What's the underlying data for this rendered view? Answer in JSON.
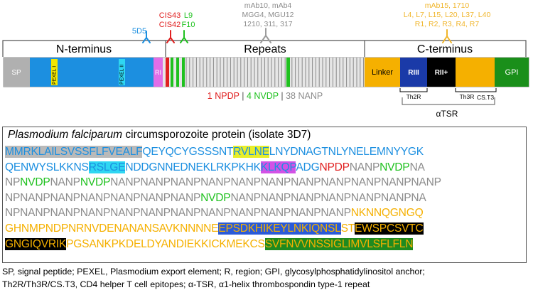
{
  "colors": {
    "blue": "#1c8fe0",
    "grey": "#8c8c8c",
    "red": "#e02020",
    "green": "#1fc11f",
    "yellow_ab": "#f0b52a",
    "orange": "#f5b000",
    "magenta": "#cc44dd",
    "cyan": "#18c8e8",
    "navy": "#1a3aa8",
    "dark_green": "#1a7f1a",
    "black": "#000000",
    "highlight_grey": "#b9b9b9",
    "highlight_yellow": "#e8ee2a",
    "highlight_cyan": "#2fd6f2",
    "highlight_magenta": "#d252e6",
    "highlight_blue": "#2a5ad8",
    "highlight_black": "#000000",
    "highlight_green": "#1f8a1f"
  },
  "diagram": {
    "regions": [
      {
        "key": "nterm",
        "label": "N-terminus"
      },
      {
        "key": "repeats",
        "label": "Repeats"
      },
      {
        "key": "cterm",
        "label": "C-terminus"
      }
    ],
    "domains": {
      "sp": "SP",
      "pexel1": "PEXEL I",
      "pexel2": "PEXEL II",
      "ri": "RI",
      "linker": "Linker",
      "riii": "RIII",
      "riiplus": "RII+",
      "gpi": "GPI"
    },
    "antibody_groups": [
      {
        "key": "5d5",
        "lines": [
          "5D5"
        ]
      },
      {
        "key": "cis",
        "lines": [
          "CIS43",
          "CIS42"
        ]
      },
      {
        "key": "lf",
        "lines": [
          "L9",
          "F10"
        ]
      },
      {
        "key": "mab_rep",
        "lines": [
          "mAb10, mAb4",
          "MGG4, MGU12",
          "1210, 311, 317"
        ]
      },
      {
        "key": "mab_ct",
        "lines": [
          "mAb15, 1710",
          "L4, L7, L15, L20, L37, L40",
          "R1, R2, R3, R4, R7"
        ]
      }
    ],
    "repeat_counts": {
      "npdp": "1 NPDP",
      "sep1": " | ",
      "nvdp": "4 NVDP",
      "sep2": " | ",
      "nanp": "38 NANP"
    },
    "epitopes": {
      "th2r": "Th2R",
      "th3r": "Th3R",
      "cst3": "CS.T3",
      "atsr": "αTSR"
    }
  },
  "sequence": {
    "title_italic": "Plasmodium falciparum",
    "title_rest": " circumsporozoite protein (isolate 3D7)",
    "lines": [
      [
        {
          "t": "MMRKLAILSVSSFLFVEALF",
          "c": "#1c8fe0",
          "bg": "#b9b9b9"
        },
        {
          "t": "QEYQCYGSSSNT",
          "c": "#1c8fe0"
        },
        {
          "t": "RVLNE",
          "c": "#1c8fe0",
          "bg": "#e8ee2a"
        },
        {
          "t": "LNYDNAGTNLYNELEMNYYGK",
          "c": "#1c8fe0"
        }
      ],
      [
        {
          "t": "QENWYSLKKNS",
          "c": "#1c8fe0"
        },
        {
          "t": "RSLGE",
          "c": "#1c8fe0",
          "bg": "#2fd6f2"
        },
        {
          "t": "NDDGNNEDNEKLRKPKHK",
          "c": "#1c8fe0"
        },
        {
          "t": "KLKQP",
          "c": "#1c8fe0",
          "bg": "#d252e6"
        },
        {
          "t": "ADG",
          "c": "#1c8fe0"
        },
        {
          "t": "NPDP",
          "c": "#e02020"
        },
        {
          "t": "NANP",
          "c": "#8c8c8c"
        },
        {
          "t": "NVDP",
          "c": "#1fc11f"
        },
        {
          "t": "NA",
          "c": "#8c8c8c"
        }
      ],
      [
        {
          "t": "NP",
          "c": "#8c8c8c"
        },
        {
          "t": "NVDP",
          "c": "#1fc11f"
        },
        {
          "t": "NANP",
          "c": "#8c8c8c"
        },
        {
          "t": "NVDP",
          "c": "#1fc11f"
        },
        {
          "t": "NANPNANPNANPNANPNANPNANPNANPNANPNANPNANPNANP",
          "c": "#8c8c8c"
        }
      ],
      [
        {
          "t": "NPNANPNANPNANPNANPNANPNANP",
          "c": "#8c8c8c"
        },
        {
          "t": "NVDP",
          "c": "#1fc11f"
        },
        {
          "t": "NANPNANPNANPNANPNANPNANPNA",
          "c": "#8c8c8c"
        }
      ],
      [
        {
          "t": "NPNANPNANPNANPNANPNANPNANPNANPNANPNANPNANPNANP",
          "c": "#8c8c8c"
        },
        {
          "t": "NKNNQGNGQ",
          "c": "#f5b000"
        }
      ],
      [
        {
          "t": "GHNMPNDPNRNVDENANANSAVKNNNNE",
          "c": "#f5b000"
        },
        {
          "t": "EPSDKHIKEYLNKIQNSL",
          "c": "#f5b000",
          "bg": "#2a5ad8"
        },
        {
          "t": "ST",
          "c": "#f5b000"
        },
        {
          "t": "EWSPCSVTC",
          "c": "#f5b000",
          "bg": "#000000"
        }
      ],
      [
        {
          "t": "GNGIQVRIK",
          "c": "#f5b000",
          "bg": "#000000"
        },
        {
          "t": "PGSANKPKDELDYANDIEKKICKMEKCS",
          "c": "#f5b000"
        },
        {
          "t": "SVFNVVNSSIGLIMVLSFLFLN",
          "c": "#f5b000",
          "bg": "#1f8a1f"
        }
      ]
    ]
  },
  "footnote": {
    "line1": "SP, signal peptide; PEXEL, Plasmodium export element; R, region; GPI, glycosylphosphatidylinositol anchor;",
    "line2": "Th2R/Th3R/CS.T3, CD4 helper T cell epitopes; α-TSR, α1-helix thrombospondin type-1 repeat"
  }
}
